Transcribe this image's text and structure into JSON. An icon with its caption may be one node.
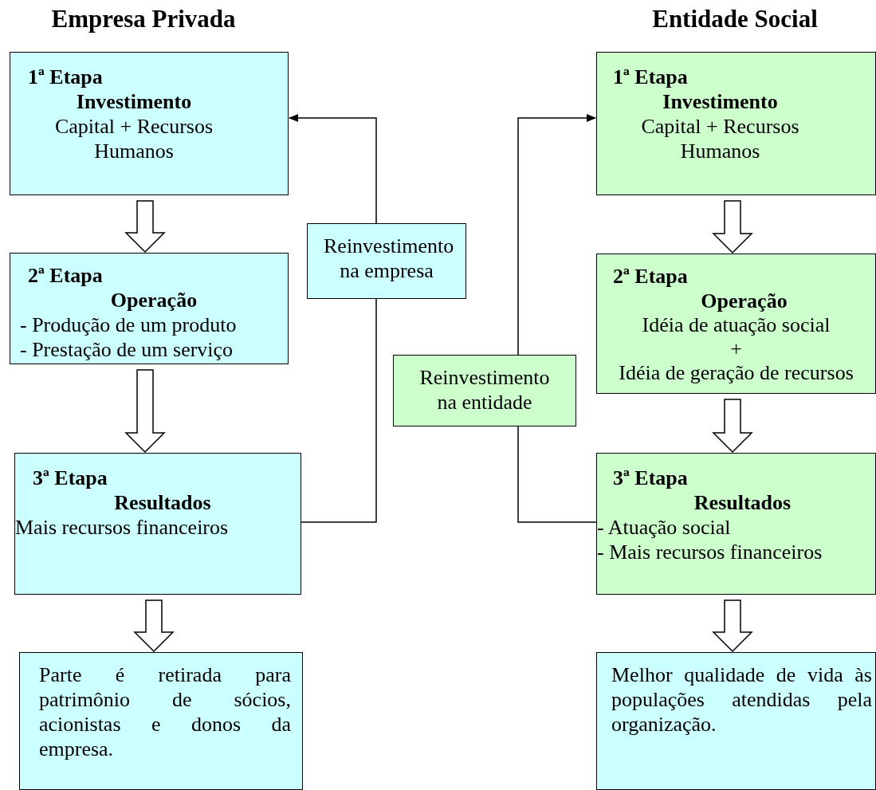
{
  "diagram": {
    "nodes": [
      {
        "text": [
          "1ª Etapa",
          "Investimento",
          "Capital + Recursos Humanos"
        ]
      },
      {
        "text": [
          "2ª Etapa",
          "Operação",
          "- Produção de um produto",
          "- Prestação de um serviço"
        ]
      },
      {
        "text": [
          "3ª Etapa",
          "Resultados",
          "Mais recursos financeiros"
        ]
      },
      {
        "text": [
          "Parte é retirada para patrimônio de sócios, acionistas e donos da empresa."
        ]
      },
      {
        "text": [
          "Reinvestimento na empresa"
        ]
      },
      {
        "text": [
          "1ª Etapa",
          "Investimento",
          "Capital + Recursos Humanos"
        ]
      },
      {
        "text": [
          "2ª Etapa",
          "Operação",
          "Idéia de atuação social",
          "+",
          "Idéia de geração de recursos"
        ]
      },
      {
        "text": [
          "3ª Etapa",
          "Resultados",
          "- Atuação social",
          "- Mais recursos financeiros"
        ]
      },
      {
        "text": [
          "Melhor qualidade de vida às populações atendidas pela organização."
        ]
      },
      {
        "text": [
          "Reinvestimento na entidade"
        ]
      }
    ],
    "edges": [
      {
        "from": 0,
        "to": 1,
        "arrow": "to",
        "style": "thick"
      },
      {
        "from": 1,
        "to": 2,
        "arrow": "to",
        "style": "thick"
      },
      {
        "from": 2,
        "to": 3,
        "arrow": "to",
        "style": "thick"
      },
      {
        "from": 2,
        "to": 4,
        "arrow": "none"
      },
      {
        "from": 4,
        "to": 0,
        "arrow": "to"
      },
      {
        "from": 5,
        "to": 6,
        "arrow": "to",
        "style": "thick"
      },
      {
        "from": 6,
        "to": 7,
        "arrow": "to",
        "style": "thick"
      },
      {
        "from": 7,
        "to": 8,
        "arrow": "to",
        "style": "thick"
      },
      {
        "from": 7,
        "to": 9,
        "arrow": "none"
      },
      {
        "from": 9,
        "to": 5,
        "arrow": "to"
      }
    ],
    "labels": [
      "Empresa Privada",
      "Entidade Social"
    ]
  }
}
